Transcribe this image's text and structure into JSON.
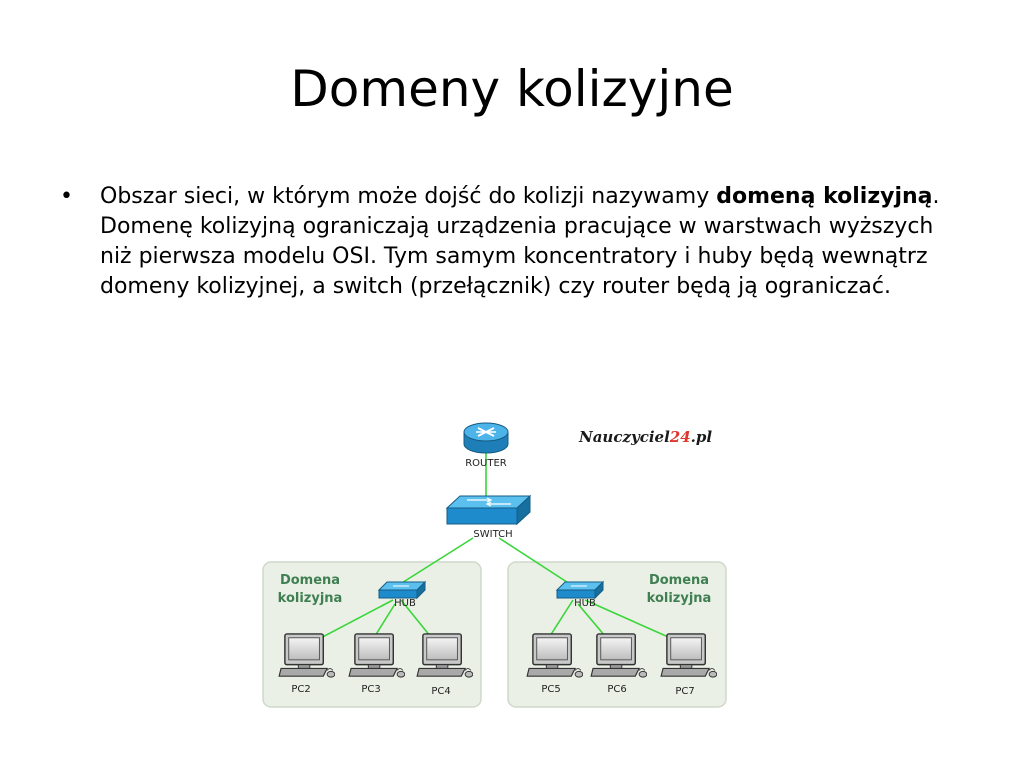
{
  "slide": {
    "title": "Domeny kolizyjne",
    "bullet": {
      "marker": "•",
      "text_before": "Obszar sieci, w którym może dojść do kolizji nazywamy ",
      "bold": "domeną kolizyjną",
      "text_after": ". Domenę kolizyjną ograniczają urządzenia pracujące w warstwach wyższych niż pierwsza modelu OSI. Tym samym koncentratory i huby będą wewnątrz domeny kolizyjnej, a switch (przełącznik) czy router będą ją ograniczać."
    }
  },
  "diagram": {
    "logo": {
      "main": "Nauczyciel",
      "number": "24",
      "suffix": ".pl"
    },
    "router_label": "ROUTER",
    "switch_label": "SWITCH",
    "link_color": "#39d639",
    "device_color": "#2a9ad8",
    "domains": [
      {
        "title_line1": "Domena",
        "title_line2": "kolizyjna",
        "hub_label": "HUB",
        "pcs": [
          "PC2",
          "PC3",
          "PC4"
        ]
      },
      {
        "title_line1": "Domena",
        "title_line2": "kolizyjna",
        "hub_label": "HUB",
        "pcs": [
          "PC5",
          "PC6",
          "PC7"
        ]
      }
    ]
  }
}
